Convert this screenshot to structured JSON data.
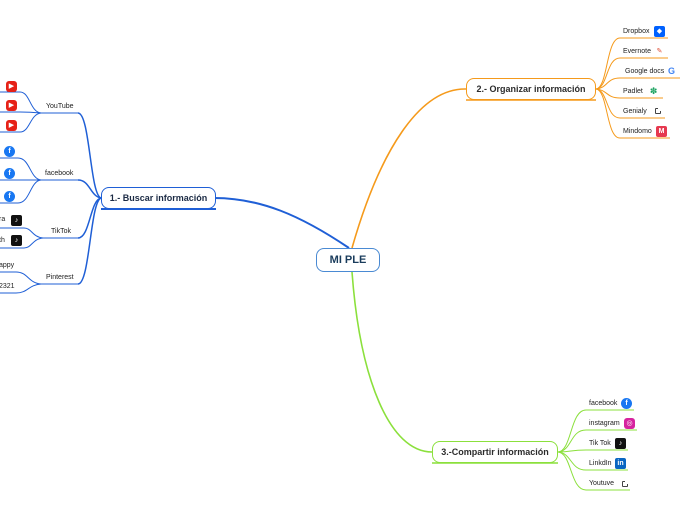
{
  "root": {
    "label": "MI PLE"
  },
  "branches": {
    "buscar": {
      "label": "1.- Buscar información",
      "color": "#1f5fd6",
      "groups": {
        "youtube": {
          "label": "YouTube"
        },
        "facebook": {
          "label": "facebook"
        },
        "tiktok": {
          "label": "TikTok",
          "items": [
            "ra",
            "th"
          ]
        },
        "pinterest": {
          "label": "Pinterest",
          "items": [
            "appy",
            "2321"
          ]
        }
      }
    },
    "organizar": {
      "label": "2.- Organizar información",
      "color": "#f59a1b",
      "items": [
        {
          "label": "Dropbox",
          "icon": "dropbox-icon"
        },
        {
          "label": "Evernote",
          "icon": "evernote-icon"
        },
        {
          "label": "Google docs",
          "icon": "google-icon"
        },
        {
          "label": "Padlet",
          "icon": "padlet-icon"
        },
        {
          "label": "Genialy",
          "icon": "external-link-icon"
        },
        {
          "label": "Mindomo",
          "icon": "mindomo-icon"
        }
      ]
    },
    "compartir": {
      "label": "3.-Compartir información",
      "color": "#8be03c",
      "items": [
        {
          "label": "facebook",
          "icon": "facebook-icon"
        },
        {
          "label": "instagram",
          "icon": "instagram-icon"
        },
        {
          "label": "Tik Tok",
          "icon": "tiktok-icon"
        },
        {
          "label": "LinkdIn",
          "icon": "linkedin-icon"
        },
        {
          "label": "Youtuve",
          "icon": "external-link-icon"
        }
      ]
    }
  }
}
